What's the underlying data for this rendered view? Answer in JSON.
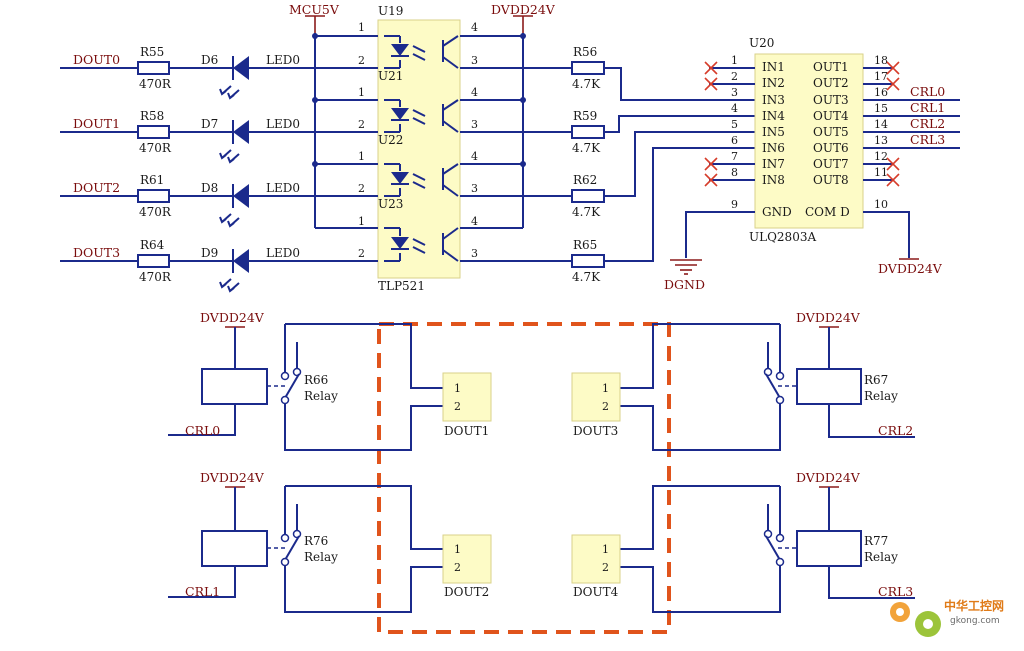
{
  "power": {
    "mcu5v": "MCU5V",
    "dvdd24v": "DVDD24V",
    "dgnd": "DGND"
  },
  "dout_nets": [
    "DOUT0",
    "DOUT1",
    "DOUT2",
    "DOUT3"
  ],
  "input_resistors": [
    {
      "ref": "R55",
      "value": "470R"
    },
    {
      "ref": "R58",
      "value": "470R"
    },
    {
      "ref": "R61",
      "value": "470R"
    },
    {
      "ref": "R64",
      "value": "470R"
    }
  ],
  "leds": [
    {
      "ref": "D6",
      "net": "LED0"
    },
    {
      "ref": "D7",
      "net": "LED0"
    },
    {
      "ref": "D8",
      "net": "LED0"
    },
    {
      "ref": "D9",
      "net": "LED0"
    }
  ],
  "optocouplers": {
    "refs": [
      "U19",
      "U21",
      "U22",
      "U23"
    ],
    "part": "TLP521",
    "pins": [
      "1",
      "2",
      "3",
      "4"
    ]
  },
  "output_resistors": [
    {
      "ref": "R56",
      "value": "4.7K"
    },
    {
      "ref": "R59",
      "value": "4.7K"
    },
    {
      "ref": "R62",
      "value": "4.7K"
    },
    {
      "ref": "R65",
      "value": "4.7K"
    }
  ],
  "driver": {
    "ref": "U20",
    "part": "ULQ2803A",
    "left_pins": [
      {
        "num": "1",
        "name": "IN1"
      },
      {
        "num": "2",
        "name": "IN2"
      },
      {
        "num": "3",
        "name": "IN3"
      },
      {
        "num": "4",
        "name": "IN4"
      },
      {
        "num": "5",
        "name": "IN5"
      },
      {
        "num": "6",
        "name": "IN6"
      },
      {
        "num": "7",
        "name": "IN7"
      },
      {
        "num": "8",
        "name": "IN8"
      }
    ],
    "right_pins": [
      {
        "num": "18",
        "name": "OUT1"
      },
      {
        "num": "17",
        "name": "OUT2"
      },
      {
        "num": "16",
        "name": "OUT3"
      },
      {
        "num": "15",
        "name": "OUT4"
      },
      {
        "num": "14",
        "name": "OUT5"
      },
      {
        "num": "13",
        "name": "OUT6"
      },
      {
        "num": "12",
        "name": "OUT7"
      },
      {
        "num": "11",
        "name": "OUT8"
      }
    ],
    "gnd": {
      "num": "9",
      "name": "GND"
    },
    "com": {
      "num": "10",
      "name": "COM D"
    }
  },
  "crl_nets": [
    "CRL0",
    "CRL1",
    "CRL2",
    "CRL3"
  ],
  "relays": [
    {
      "ref": "R66",
      "type": "Relay",
      "supply": "DVDD24V",
      "ctrl": "CRL0"
    },
    {
      "ref": "R76",
      "type": "Relay",
      "supply": "DVDD24V",
      "ctrl": "CRL1"
    },
    {
      "ref": "R67",
      "type": "Relay",
      "supply": "DVDD24V",
      "ctrl": "CRL2"
    },
    {
      "ref": "R77",
      "type": "Relay",
      "supply": "DVDD24V",
      "ctrl": "CRL3"
    }
  ],
  "connectors": [
    {
      "ref": "DOUT1",
      "pins": [
        "1",
        "2"
      ]
    },
    {
      "ref": "DOUT3",
      "pins": [
        "1",
        "2"
      ]
    },
    {
      "ref": "DOUT2",
      "pins": [
        "1",
        "2"
      ]
    },
    {
      "ref": "DOUT4",
      "pins": [
        "1",
        "2"
      ]
    }
  ],
  "colors": {
    "wire": "#1b2a8c",
    "power": "#8b1a1a",
    "component_fill": "#fdfbc6",
    "highlight": "#e0541c"
  },
  "watermark": {
    "main": "中华工控网",
    "sub": "gkong.com"
  }
}
